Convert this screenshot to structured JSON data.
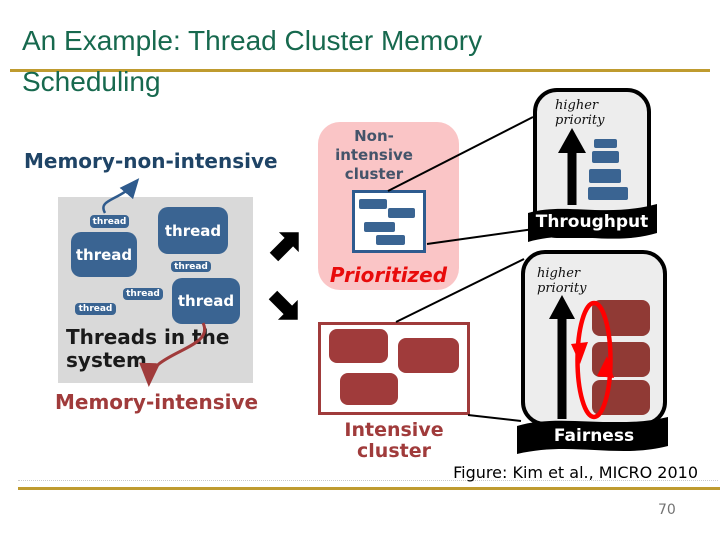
{
  "colors": {
    "title-green": "#17694E",
    "gold": "#BF9B2F",
    "navy-label": "#1F4466",
    "steel-blue": "#3A6492",
    "blue-border": "#2E5B8F",
    "arrow-blue": "#2F5B8D",
    "gray-box": "#D9D9D9",
    "ink": "#1A1A1A",
    "brick": "#A03B3B",
    "maroon": "#903A35",
    "pink": "#FAC5C6",
    "cluster-title": "#44546A",
    "bright-red": "#E80B0B",
    "cycle-red": "#FF0000",
    "panel-gray": "#EDEDED",
    "page-gray": "#737373"
  },
  "header": {
    "title_line1": "An Example: Thread Cluster Memory",
    "title_line2": "Scheduling"
  },
  "system": {
    "memory_non_intensive_label": "Memory-non-intensive",
    "memory_intensive_label": "Memory-intensive",
    "box_caption": "Threads in the system",
    "threads": [
      {
        "label": "thread"
      },
      {
        "label": "thread"
      },
      {
        "label": "thread"
      },
      {
        "label": "thread"
      },
      {
        "label": "thread"
      },
      {
        "label": "thread"
      },
      {
        "label": "thread"
      }
    ]
  },
  "non_intensive_cluster": {
    "title_lines": [
      "Non-",
      "intensive",
      "cluster"
    ],
    "status_label": "Prioritized"
  },
  "intensive_cluster": {
    "label_lines": [
      "Intensive",
      "cluster"
    ]
  },
  "throughput_panel": {
    "priority_note": "higher priority",
    "ribbon_label": "Throughput"
  },
  "fairness_panel": {
    "priority_note": "higher priority",
    "ribbon_label": "Fairness"
  },
  "footer": {
    "figure_caption": "Figure: Kim et al., MICRO 2010",
    "page_number": "70"
  },
  "icons": {
    "to_non_intensive": "block-arrow-ne",
    "to_intensive": "block-arrow-se",
    "priority": "up-arrow",
    "shuffle": "red-cycle-ellipse",
    "non_intensive_pointer": "blue-curved-arrow",
    "intensive_pointer": "red-curved-arrow"
  }
}
